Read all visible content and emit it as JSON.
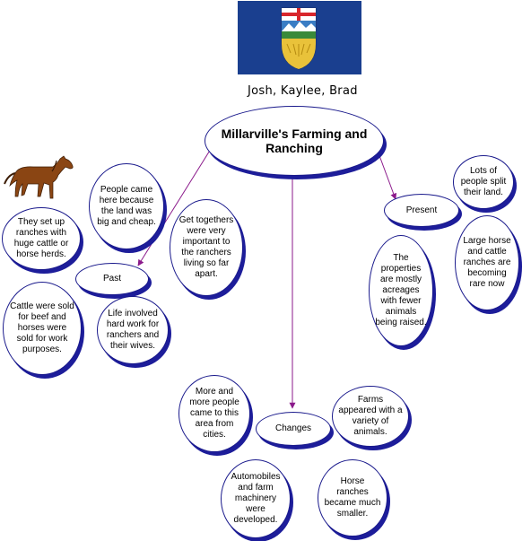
{
  "authors": "Josh, Kaylee, Brad",
  "images": {
    "flag": "alberta-flag",
    "horse": "horse-icon"
  },
  "colors": {
    "connector": "#8b1a8b",
    "bubble_border": "#1a1a8c",
    "bubble_shadow": "#1d1d9a",
    "flag_blue": "#1a3f8f"
  },
  "main": "Millarville's Farming and Ranching",
  "past": {
    "label": "Past",
    "notes": [
      "They set up ranches with huge cattle or horse herds.",
      "Cattle were sold for beef and horses were sold for work purposes.",
      "People came here because the land was big and cheap.",
      "Get togethers were very important to the ranchers living so far apart.",
      "Life involved hard work for ranchers and their wives."
    ]
  },
  "present": {
    "label": "Present",
    "notes": [
      "Lots of people split their land.",
      "The properties are mostly acreages with fewer animals being raised.",
      "Large horse and cattle ranches are becoming rare now"
    ]
  },
  "changes": {
    "label": "Changes",
    "notes": [
      "More and more people came to this area from cities.",
      "Farms appeared with a variety of animals.",
      "Automobiles and farm machinery were developed.",
      "Horse ranches became much smaller."
    ]
  }
}
